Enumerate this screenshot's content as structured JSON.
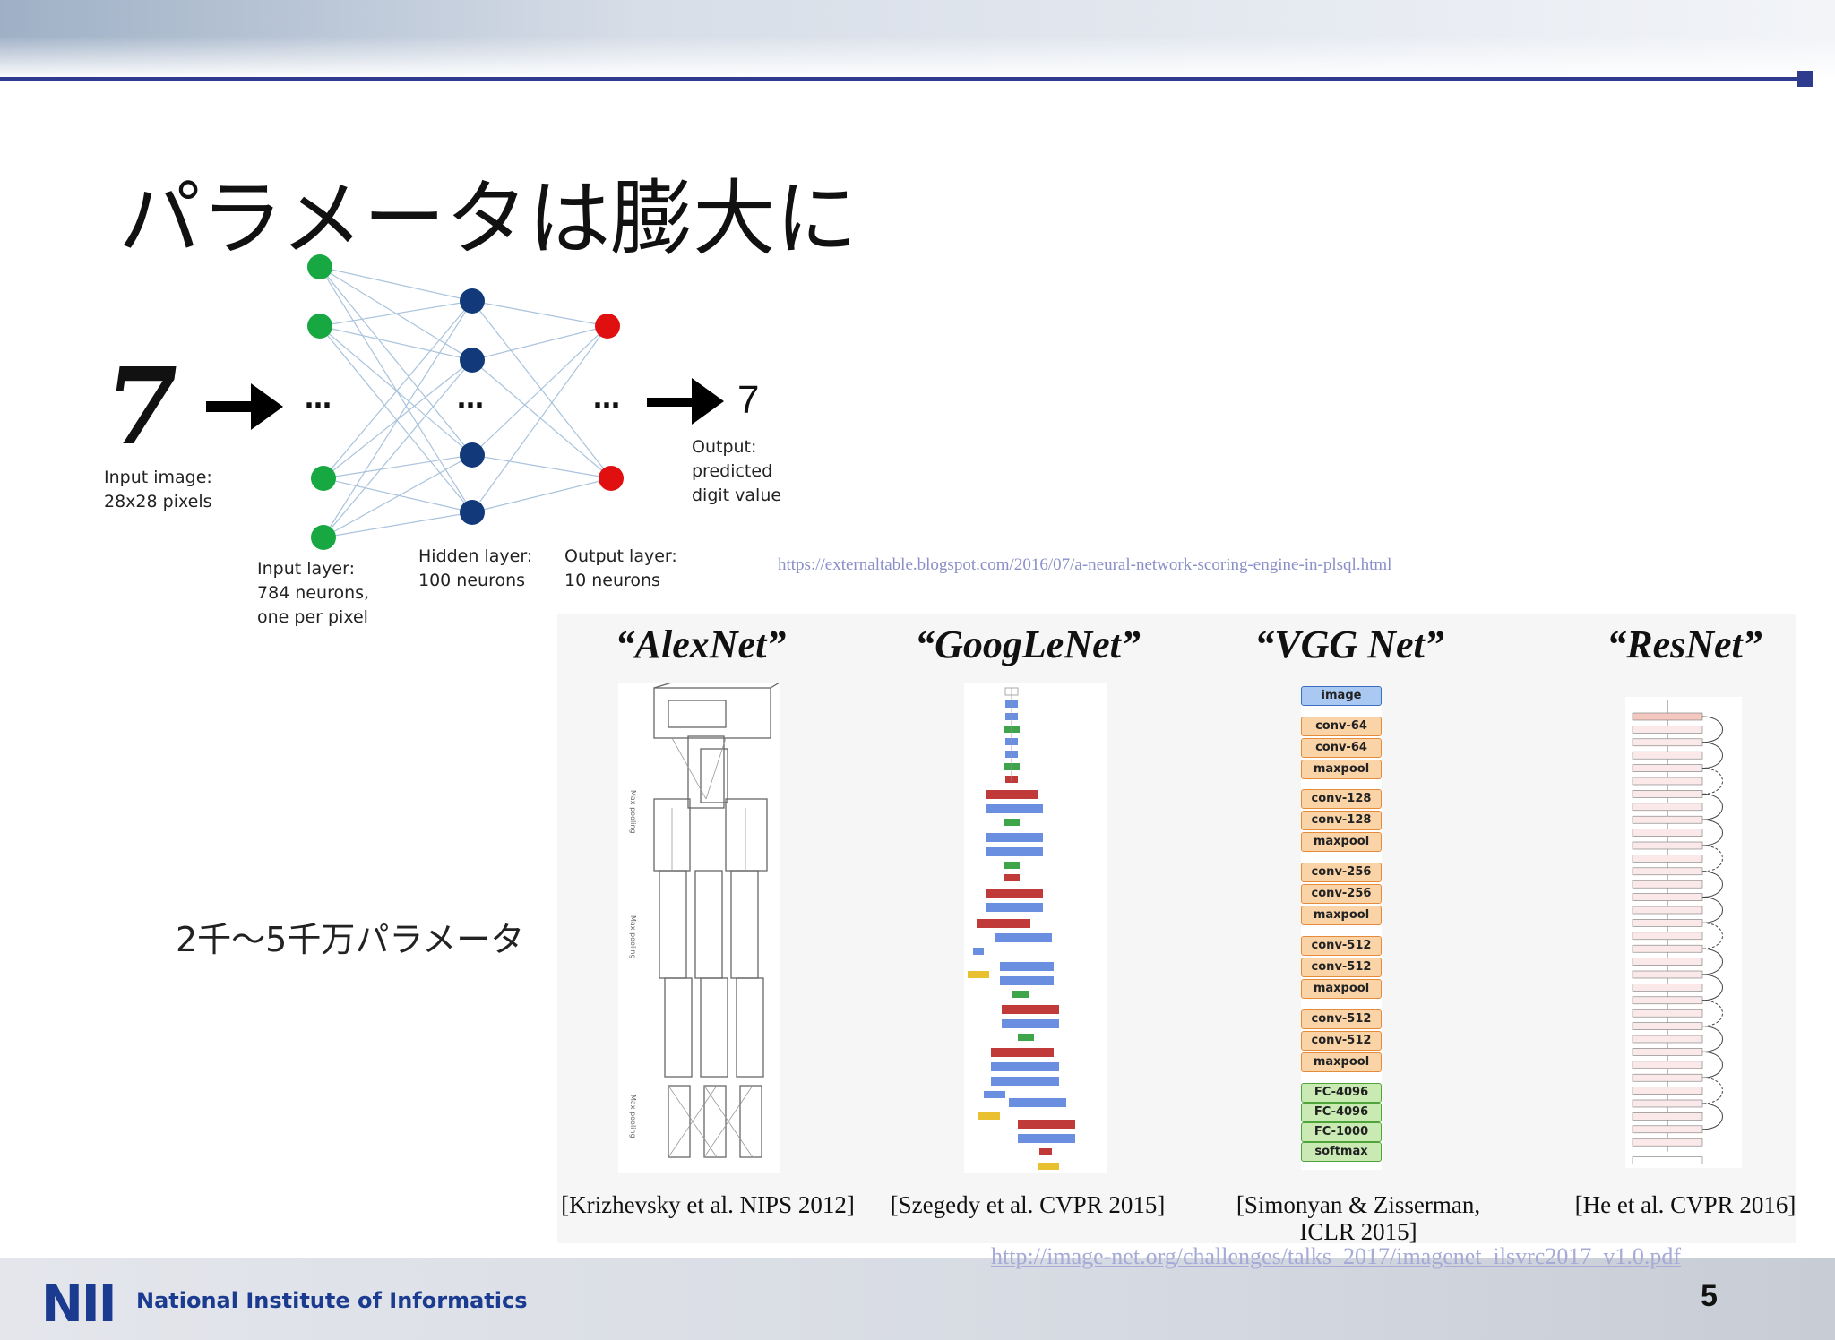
{
  "slide": {
    "title": "パラメータは膨大に",
    "page_number": "5",
    "colors": {
      "accent_line": "#2f3b8f",
      "input_node": "#17a842",
      "hidden_node": "#123a7a",
      "output_node": "#e01010"
    }
  },
  "network": {
    "input_digit": "7",
    "output_digit": "7",
    "ellipsis": "…",
    "input_image_label": "Input image:\n28x28 pixels",
    "input_layer_label": "Input layer:\n784 neurons,\none per pixel",
    "hidden_layer_label": "Hidden layer:\n100 neurons",
    "output_layer_label": "Output layer:\n10 neurons",
    "output_label": "Output:\npredicted\ndigit value",
    "source_url": "https://externaltable.blogspot.com/2016/07/a-neural-network-scoring-engine-in-plsql.html"
  },
  "param_note": "2千～5千万パラメータ",
  "architectures": [
    {
      "name": "“AlexNet”",
      "citation": "[Krizhevsky et al. NIPS 2012]"
    },
    {
      "name": "“GoogLeNet”",
      "citation": "[Szegedy et al. CVPR 2015]"
    },
    {
      "name": "“VGG Net”",
      "citation": "[Simonyan & Zisserman,\nICLR 2015]"
    },
    {
      "name": "“ResNet”",
      "citation": "[He et al. CVPR 2016]"
    }
  ],
  "vgg_layers": [
    "image",
    "conv-64",
    "conv-64",
    "maxpool",
    "conv-128",
    "conv-128",
    "maxpool",
    "conv-256",
    "conv-256",
    "maxpool",
    "conv-512",
    "conv-512",
    "maxpool",
    "conv-512",
    "conv-512",
    "maxpool",
    "FC-4096",
    "FC-4096",
    "FC-1000",
    "softmax"
  ],
  "imagenet_url": "http://image-net.org/challenges/talks_2017/imagenet_ilsvrc2017_v1.0.pdf",
  "footer": {
    "logo_text": "NII",
    "institute": "National Institute of Informatics"
  }
}
